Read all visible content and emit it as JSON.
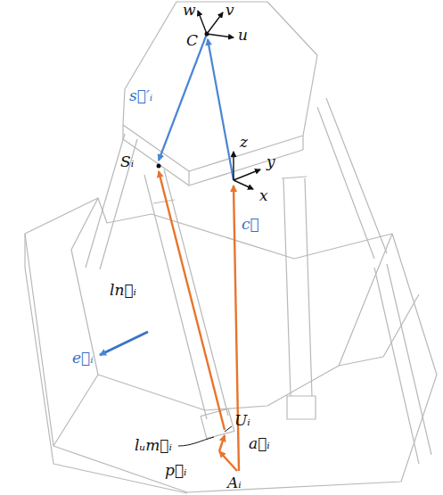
{
  "diagram": {
    "labels": [
      "w",
      "v",
      "u",
      "C",
      "s⃗′ᵢ",
      "Sᵢ",
      "c⃗",
      "ln⃗ᵢ",
      "e⃗ᵢ",
      "z",
      "y",
      "x",
      "lᵤm⃗ᵢ",
      "Uᵢ",
      "a⃗ᵢ",
      "p⃗ᵢ",
      "Aᵢ"
    ]
  }
}
